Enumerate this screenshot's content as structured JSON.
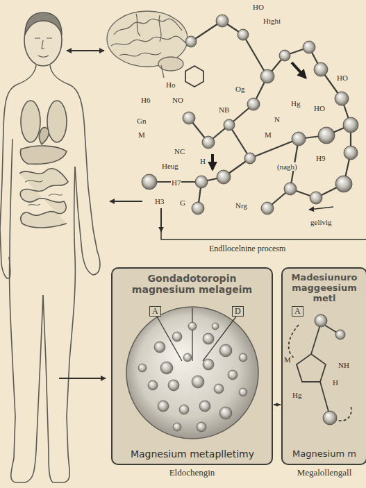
{
  "diagram": {
    "nodes": [
      {
        "text": [
          "Gondadotoropin magnesium melageim",
          "Magnesium metaplletimy",
          "Eldochengin"
        ]
      },
      {
        "text": [
          "Madesiunuro maggeesium metl",
          "Magnesium m",
          "Megalollengall"
        ]
      }
    ],
    "edges": [
      {
        "from": 0,
        "to": 1,
        "arrow": "both"
      }
    ],
    "labels": [
      "HO",
      "Highi",
      "Ho",
      "H6",
      "NO",
      "NB",
      "Og",
      "N",
      "Hg",
      "HO",
      "HO",
      "Gn",
      "M",
      "NC",
      "Heug",
      "H",
      "H7",
      "H3",
      "G",
      "Nrg",
      "M",
      "(nagh)",
      "H9",
      "gelivig",
      "Endllocelnine procesm",
      "A",
      "D",
      "A",
      "M",
      "NH",
      "H",
      "Hg"
    ]
  }
}
